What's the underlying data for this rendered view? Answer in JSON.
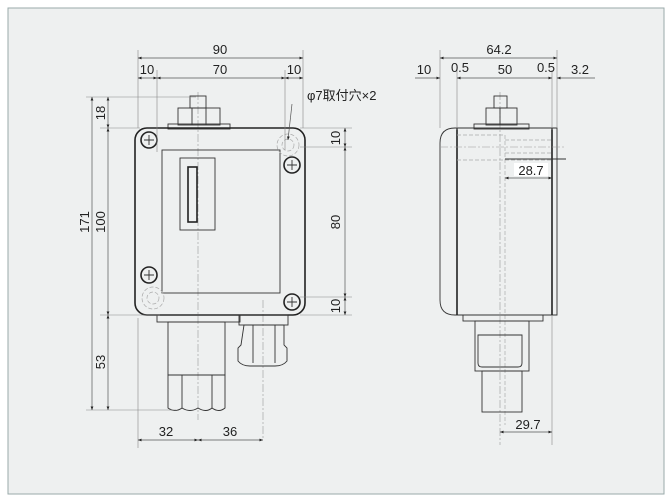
{
  "front_view": {
    "dims": {
      "overall_width": "90",
      "left_margin": "10",
      "hole_pitch_h": "70",
      "right_margin": "10",
      "overall_height": "171",
      "nut_height": "18",
      "body_height": "100",
      "bottom_height": "53",
      "hole_offset_top": "10",
      "hole_pitch_v": "80",
      "hole_offset_bottom": "10",
      "port_offset": "32",
      "gland_offset": "36"
    },
    "hole_note": "φ7取付穴×2"
  },
  "side_view": {
    "dims": {
      "overall_depth": "64.2",
      "left": "10",
      "gap_left": "0.5",
      "body": "50",
      "gap_right": "0.5",
      "right": "3.2",
      "nut_offset": "28.7",
      "port_offset": "29.7"
    }
  },
  "colors": {
    "background": "#eef0f0",
    "body": "#ffffff",
    "line": "#222222"
  }
}
